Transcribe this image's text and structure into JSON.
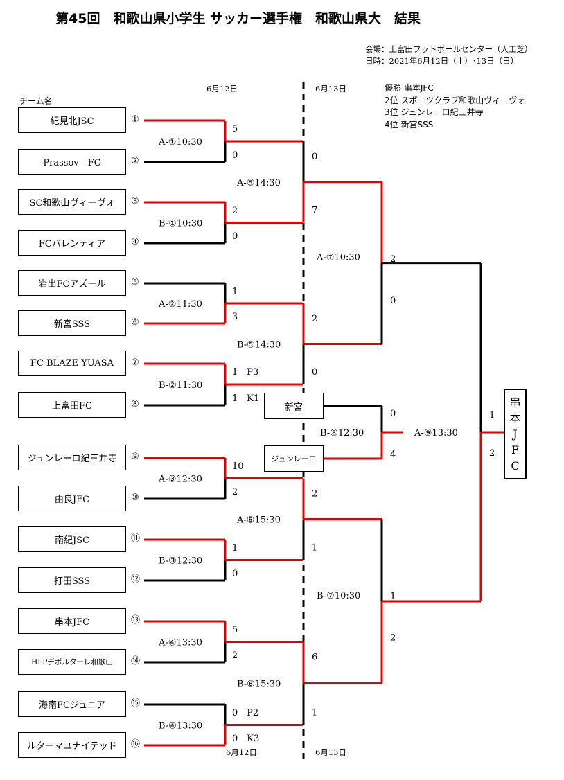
{
  "title": "第45回　和歌山県小学生 サッカー選手権　和歌山県大　結果",
  "venue": "会場：上富田フットボールセンター（人工芝）",
  "dates": "日時：2021年6月12日（土）･13日（日）",
  "day1": "6月12日",
  "day2": "6月13日",
  "results": [
    "優勝 串本JFC",
    "2位 スポーツクラブ和歌山ヴィーヴォ",
    "3位 ジュンレーロ紀三井寺",
    "4位 新宮SSS"
  ],
  "team_header": "チーム名",
  "teams": [
    {
      "seed": "①",
      "name": "紀見北JSC"
    },
    {
      "seed": "②",
      "name": "Prassov　FC"
    },
    {
      "seed": "③",
      "name": "SC和歌山ヴィーヴォ"
    },
    {
      "seed": "④",
      "name": "FCバレンティア"
    },
    {
      "seed": "⑤",
      "name": "岩出FCアズール"
    },
    {
      "seed": "⑥",
      "name": "新宮SSS"
    },
    {
      "seed": "⑦",
      "name": "FC BLAZE YUASA"
    },
    {
      "seed": "⑧",
      "name": "上富田FC"
    },
    {
      "seed": "⑨",
      "name": "ジュンレーロ紀三井寺"
    },
    {
      "seed": "⑩",
      "name": "由良JFC"
    },
    {
      "seed": "⑪",
      "name": "南紀JSC"
    },
    {
      "seed": "⑫",
      "name": "打田SSS"
    },
    {
      "seed": "⑬",
      "name": "串本JFC"
    },
    {
      "seed": "⑭",
      "name": "HLPデポルターレ和歌山"
    },
    {
      "seed": "⑮",
      "name": "海南FCジュニア"
    },
    {
      "seed": "⑯",
      "name": "ルターマユナイテッド"
    }
  ],
  "r1": [
    {
      "label": "A-①10:30",
      "s1": "5",
      "s2": "0"
    },
    {
      "label": "B-①10:30",
      "s1": "2",
      "s2": "0"
    },
    {
      "label": "A-②11:30",
      "s1": "1",
      "s2": "3"
    },
    {
      "label": "B-②11:30",
      "s1": "1　P3",
      "s2": "1　K1"
    },
    {
      "label": "A-③12:30",
      "s1": "10",
      "s2": "2"
    },
    {
      "label": "B-③12:30",
      "s1": "1",
      "s2": "0"
    },
    {
      "label": "A-④13:30",
      "s1": "5",
      "s2": "2"
    },
    {
      "label": "B-④13:30",
      "s1": "0　P2",
      "s2": "0　K3"
    }
  ],
  "r2": [
    {
      "label": "A-⑤14:30",
      "s1": "0",
      "s2": "7"
    },
    {
      "label": "B-⑤14:30",
      "s1": "2",
      "s2": "0"
    },
    {
      "label": "A-⑥15:30",
      "s1": "2",
      "s2": "1"
    },
    {
      "label": "B-⑥15:30",
      "s1": "6",
      "s2": "1"
    }
  ],
  "r3": [
    {
      "label": "A-⑦10:30",
      "s1": "2",
      "s2": "0"
    },
    {
      "label": "B-⑦10:30",
      "s1": "1",
      "s2": "2"
    }
  ],
  "third_place": {
    "team1": "新宮",
    "team2": "ジュンレーロ",
    "label": "B-⑧12:30",
    "s1": "0",
    "s2": "4"
  },
  "final": {
    "label": "A-⑨13:30",
    "s1": "1",
    "s2": "2"
  },
  "champion_chars": [
    "串",
    "本",
    "J",
    "F",
    "C"
  ],
  "colors": {
    "winner": "#e00000",
    "loser": "#000000"
  }
}
